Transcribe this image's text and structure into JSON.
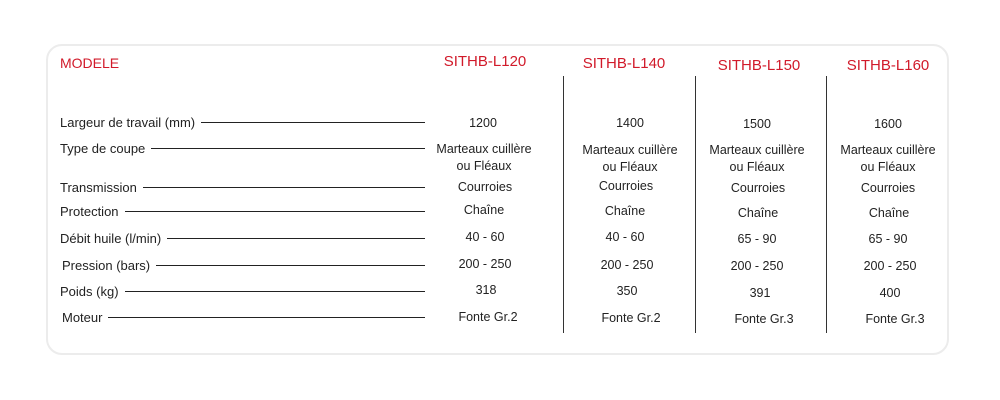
{
  "header": {
    "model_label": "MODELE",
    "models": [
      "SITHB-L120",
      "SITHB-L140",
      "SITHB-L150",
      "SITHB-L160"
    ]
  },
  "rows": [
    {
      "label": "Largeur de travail (mm)",
      "values": [
        "1200",
        "1400",
        "1500",
        "1600"
      ]
    },
    {
      "label": "Type de coupe",
      "values": [
        "Marteaux cuillère\nou Fléaux",
        "Marteaux cuillère\nou Fléaux",
        "Marteaux cuillère\nou Fléaux",
        "Marteaux cuillère\nou Fléaux"
      ]
    },
    {
      "label": "Transmission",
      "values": [
        "Courroies",
        "Courroies",
        "Courroies",
        "Courroies"
      ]
    },
    {
      "label": "Protection",
      "values": [
        "Chaîne",
        "Chaîne",
        "Chaîne",
        "Chaîne"
      ]
    },
    {
      "label": "Débit huile (l/min)",
      "values": [
        "40 - 60",
        "40 - 60",
        "65 - 90",
        "65 - 90"
      ]
    },
    {
      "label": "Pression (bars)",
      "values": [
        "200 - 250",
        "200 - 250",
        "200 - 250",
        "200 - 250"
      ]
    },
    {
      "label": "Poids (kg)",
      "values": [
        "318",
        "350",
        "391",
        "400"
      ]
    },
    {
      "label": "Moteur",
      "values": [
        "Fonte Gr.2",
        "Fonte Gr.2",
        "Fonte Gr.3",
        "Fonte Gr.3"
      ]
    }
  ],
  "colors": {
    "accent": "#d11a2a",
    "text": "#222222",
    "border": "#ececec"
  }
}
